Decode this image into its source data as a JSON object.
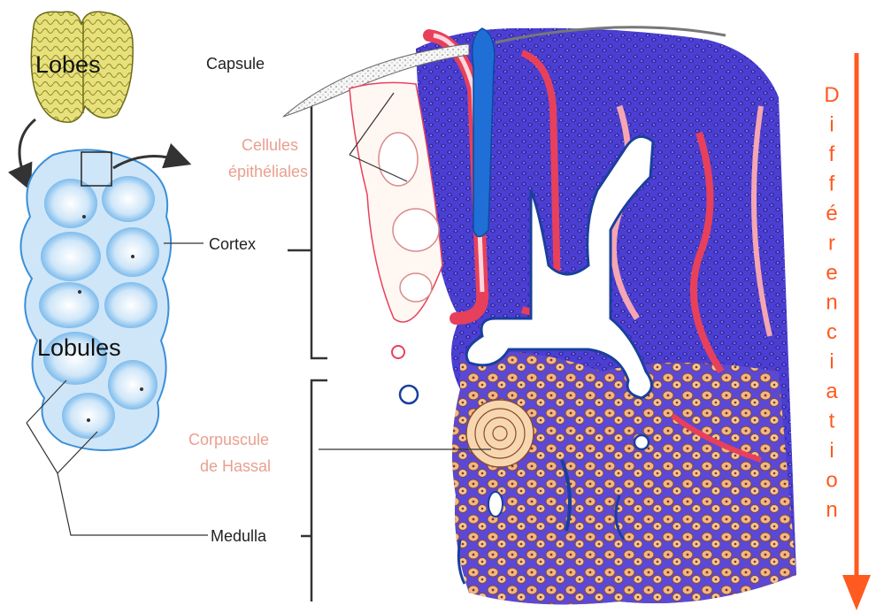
{
  "labels": {
    "lobes": "Lobes",
    "lobules": "Lobules",
    "capsule": "Capsule",
    "cellules_line1": "Cellules",
    "cellules_line2": "épithéliales",
    "cortex": "Cortex",
    "corpuscule_line1": "Corpuscule",
    "corpuscule_line2": "de Hassal",
    "medulla": "Medulla"
  },
  "differenciation": "Différenciation",
  "colors": {
    "capsule_blue": "#1f6fd6",
    "cortex_violet": "#4a3fd2",
    "vessel_red": "#e8405a",
    "medulla_peach": "#f1b787",
    "lobule_blue": "#4ea3e6",
    "lobe_yellow": "#e8e07a",
    "arrow_orange": "#ff5a1f",
    "label_pink": "#e9a08f"
  }
}
